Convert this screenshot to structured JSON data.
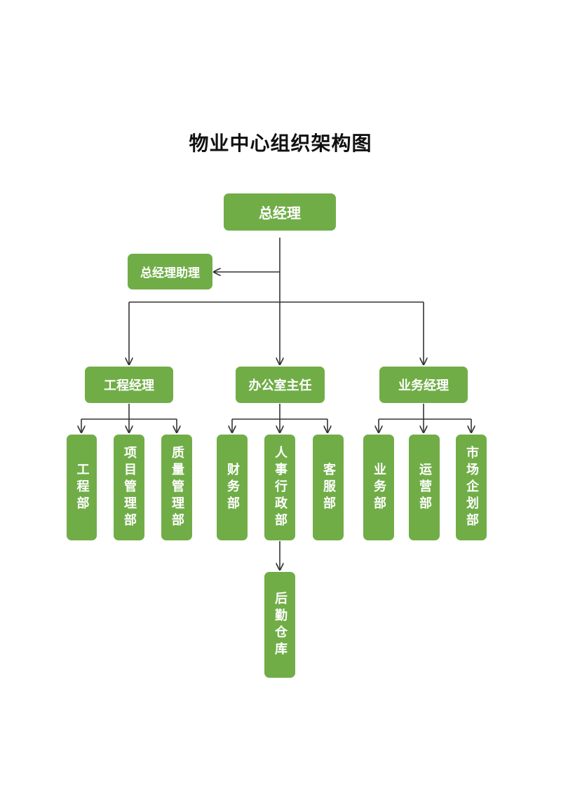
{
  "title": "物业中心组织架构图",
  "colors": {
    "node_fill": "#70ad47",
    "node_text": "#ffffff",
    "connector": "#333333"
  },
  "nodes": {
    "general_manager": "总经理",
    "assistant": "总经理助理",
    "engineering_manager": "工程经理",
    "office_director": "办公室主任",
    "business_manager": "业务经理",
    "engineering_dept": "工程部",
    "project_mgmt_dept": "项目管理部",
    "quality_mgmt_dept": "质量管理部",
    "finance_dept": "财务部",
    "hr_admin_dept": "人事行政部",
    "customer_service_dept": "客服部",
    "business_dept": "业务部",
    "operations_dept": "运营部",
    "marketing_dept": "市场企划部",
    "logistics_warehouse": "后勤仓库"
  }
}
